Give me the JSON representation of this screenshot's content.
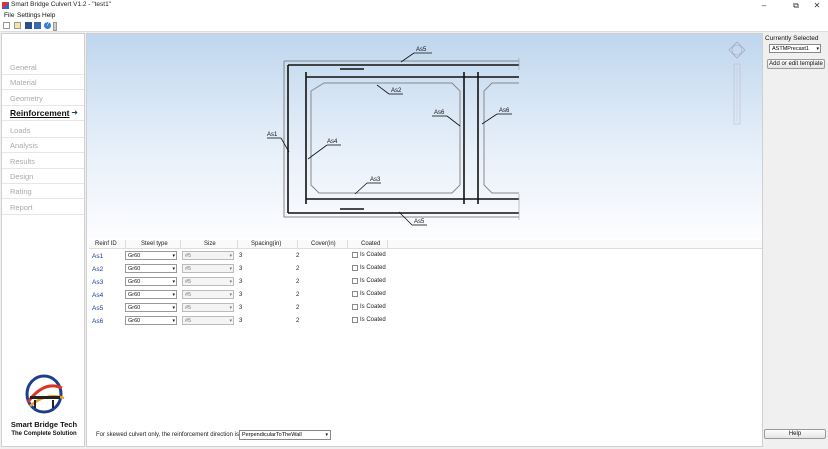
{
  "window": {
    "title": "Smart Bridge Culvert V1.2 - \"test1\"",
    "minimize_glyph": "–",
    "restore_glyph": "⧉",
    "close_glyph": "✕"
  },
  "menu": {
    "file": "File",
    "settings": "Settings",
    "help": "Help"
  },
  "toolbar": {
    "icons": [
      "new-file-icon",
      "open-folder-icon",
      "save-icon",
      "save-as-icon",
      "help-icon",
      "info-icon"
    ]
  },
  "nav": {
    "items": [
      {
        "label": "General"
      },
      {
        "label": "Material"
      },
      {
        "label": "Geometry"
      },
      {
        "label": "Reinforcement"
      },
      {
        "label": "Loads"
      },
      {
        "label": "Analysis"
      },
      {
        "label": "Results"
      },
      {
        "label": "Design"
      },
      {
        "label": "Rating"
      },
      {
        "label": "Report"
      }
    ],
    "active_index": 3,
    "active_arrow": "➜"
  },
  "logo": {
    "brand": "Smart Bridge Tech",
    "tagline": "The Complete Solution"
  },
  "drawing": {
    "labels": {
      "as1": "As1",
      "as2": "As2",
      "as3": "As3",
      "as4": "As4",
      "as5_top": "As5",
      "as5_bottom": "As5",
      "as6_left": "As6",
      "as6_right": "As6"
    }
  },
  "grid": {
    "headers": {
      "reinf_id": "Reinf ID",
      "steel_type": "Steel type",
      "size": "Size",
      "spacing": "Spacing(in)",
      "cover": "Cover(in)",
      "coated": "Coated"
    },
    "rows": [
      {
        "id": "As1",
        "steel": "Gr60",
        "size": "#5",
        "spacing": "3",
        "cover": "2",
        "coated_label": "Is Coated"
      },
      {
        "id": "As2",
        "steel": "Gr60",
        "size": "#5",
        "spacing": "3",
        "cover": "2",
        "coated_label": "Is Coated"
      },
      {
        "id": "As3",
        "steel": "Gr60",
        "size": "#5",
        "spacing": "3",
        "cover": "2",
        "coated_label": "Is Coated"
      },
      {
        "id": "As4",
        "steel": "Gr60",
        "size": "#5",
        "spacing": "3",
        "cover": "2",
        "coated_label": "Is Coated"
      },
      {
        "id": "As5",
        "steel": "Gr60",
        "size": "#5",
        "spacing": "3",
        "cover": "2",
        "coated_label": "Is Coated"
      },
      {
        "id": "As6",
        "steel": "Gr60",
        "size": "#5",
        "spacing": "3",
        "cover": "2",
        "coated_label": "Is Coated"
      }
    ]
  },
  "skew": {
    "label": "For skewed culvert only, the reinforcement direction is:",
    "value": "PerpendicularToTheWall"
  },
  "right_panel": {
    "title": "Currently Selected",
    "template_value": "ASTMPrecast1",
    "add_edit_label": "Add or edit template",
    "help_label": "Help"
  },
  "dropdown_glyph": "▾"
}
